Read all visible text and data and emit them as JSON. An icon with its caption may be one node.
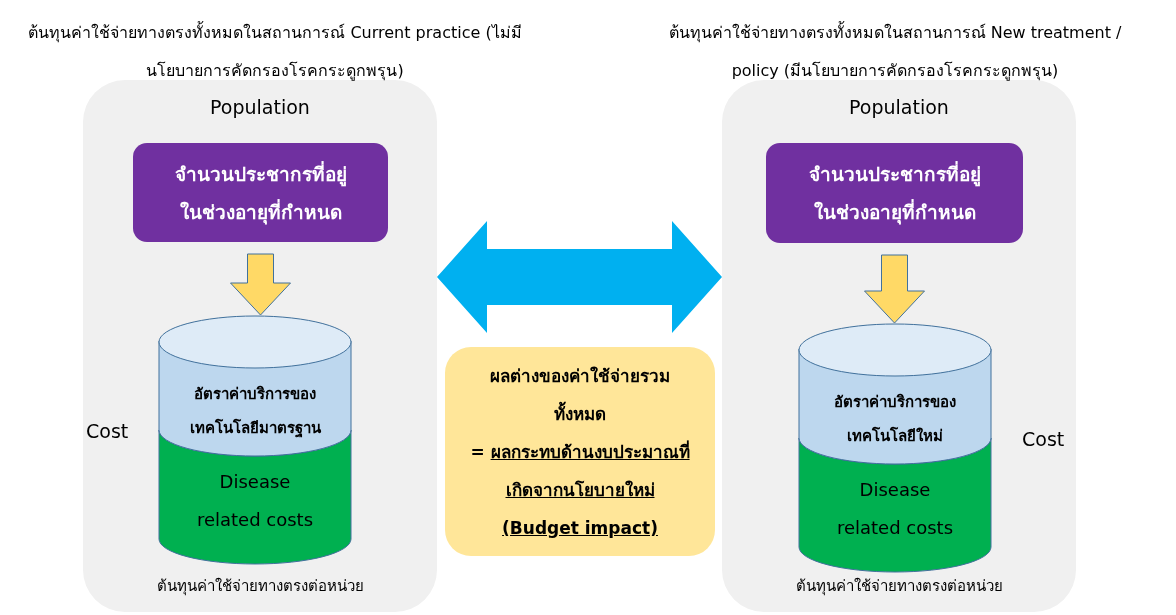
{
  "diagram": {
    "nodes": [
      {
        "text": [
          "ต้นทุนค่าใช้จ่ายทางตรงทั้งหมดในสถานการณ์ Current practice (ไม่มีนโยบายการคัดกรองโรคกระดูกพรุน)",
          "Population",
          "ต้นทุนค่าใช้จ่ายทางตรงต่อหน่วย"
        ]
      },
      {
        "text": [
          "จำนวนประชากรที่อยู่ในช่วงอายุที่กำหนด"
        ],
        "in": 0
      },
      {
        "text": [
          "อัตราค่าบริการของเทคโนโลยีมาตรฐาน",
          "Disease related costs"
        ],
        "beside": [
          "Cost"
        ],
        "in": 0
      },
      {
        "text": [
          "ต้นทุนค่าใช้จ่ายทางตรงทั้งหมดในสถานการณ์ New treatment / policy (มีนโยบายการคัดกรองโรคกระดูกพรุน)",
          "Population",
          "ต้นทุนค่าใช้จ่ายทางตรงต่อหน่วย"
        ]
      },
      {
        "text": [
          "จำนวนประชากรที่อยู่ในช่วงอายุที่กำหนด"
        ],
        "in": 3
      },
      {
        "text": [
          "อัตราค่าบริการของเทคโนโลยีใหม่",
          "Disease related costs"
        ],
        "beside": [
          "Cost"
        ],
        "in": 3
      },
      {
        "text": [
          "ผลต่างของค่าใช้จ่ายรวมทั้งหมด",
          "=",
          "ผลกระทบด้านงบประมาณที่เกิดจากนโยบายใหม่ (Budget impact)"
        ]
      }
    ],
    "edges": [
      {
        "from": 1,
        "to": 2,
        "arrow": "to"
      },
      {
        "from": 4,
        "to": 5,
        "arrow": "to"
      },
      {
        "from": 0,
        "to": 3,
        "arrow": "both",
        "style": "thick",
        "color": "#00b0f0"
      }
    ]
  }
}
